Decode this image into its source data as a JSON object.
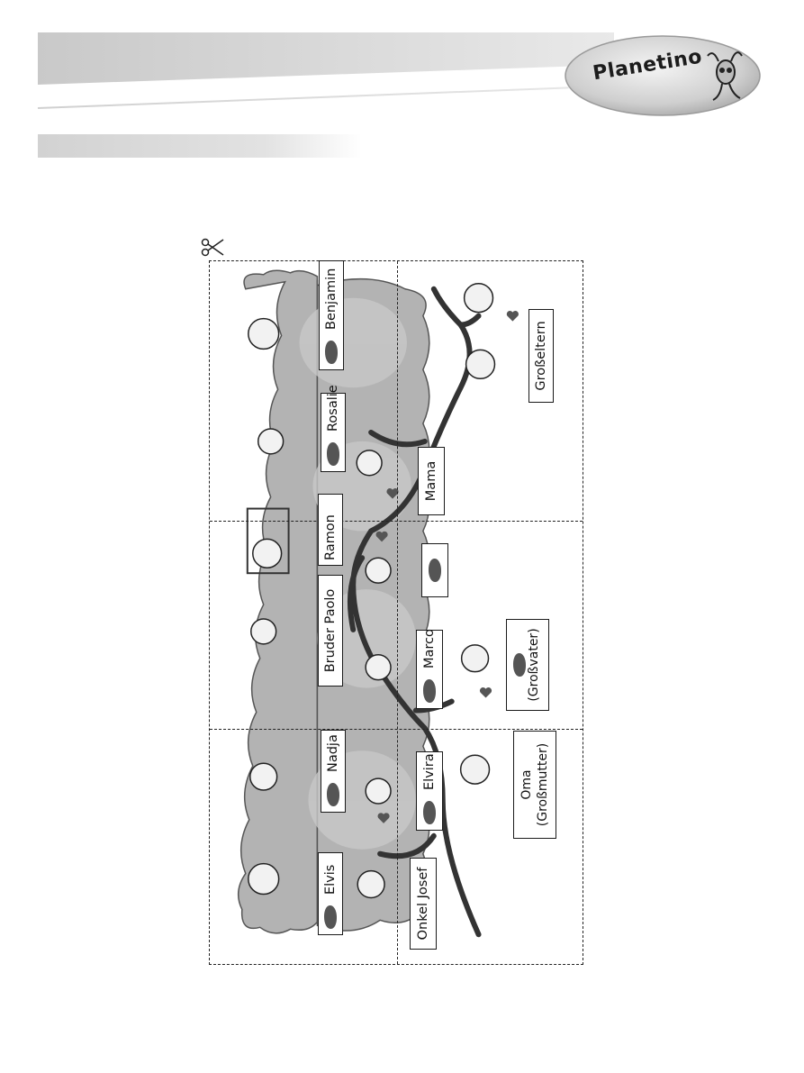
{
  "header": {
    "logo_text": "Planetino"
  },
  "tree": {
    "labels": {
      "benjamin": "Benjamin",
      "rosalie": "Rosalie",
      "ramon": "Ramon",
      "bruder_paolo": "Bruder Paolo",
      "nadja": "Nadja",
      "elvis": "Elvis",
      "mama": "Mama",
      "marco": "Marco",
      "elvira": "Elvira",
      "onkel_josef": "Onkel Josef",
      "grosseltern": "Großeltern",
      "grossvater": "(Großvater)",
      "oma_line1": "Oma",
      "oma_line2": "(Großmutter)"
    }
  },
  "colors": {
    "foliage": "#a9a9a9",
    "band": "#d4d4d4",
    "ink": "#1a1a1a"
  },
  "icons": [
    "scissors-icon",
    "planetino-mascot-icon",
    "ink-blob-icon"
  ]
}
